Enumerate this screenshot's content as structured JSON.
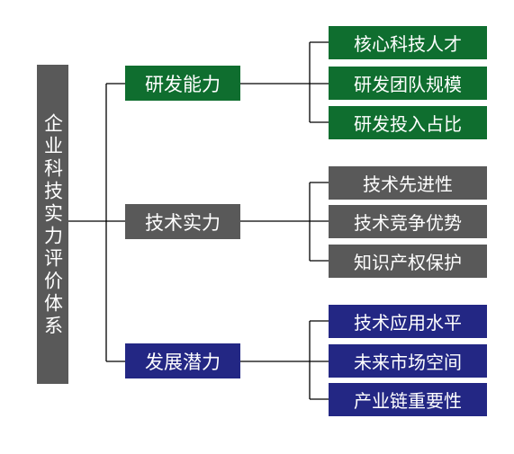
{
  "diagram": {
    "root": {
      "label": "企业科技实力评价体系",
      "color": "#595959"
    },
    "branches": [
      {
        "label": "研发能力",
        "color": "#0f6e2f",
        "children": [
          "核心科技人才",
          "研发团队规模",
          "研发投入占比"
        ]
      },
      {
        "label": "技术实力",
        "color": "#595959",
        "children": [
          "技术先进性",
          "技术竞争优势",
          "知识产权保护"
        ]
      },
      {
        "label": "发展潜力",
        "color": "#232784",
        "children": [
          "技术应用水平",
          "未来市场空间",
          "产业链重要性"
        ]
      }
    ]
  }
}
